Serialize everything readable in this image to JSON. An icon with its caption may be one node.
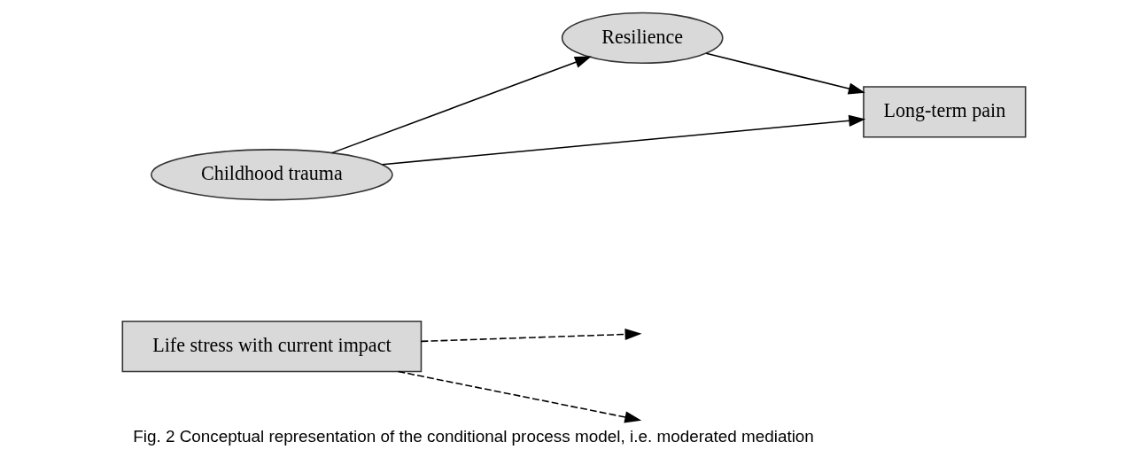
{
  "diagram": {
    "caption": "Fig. 2 Conceptual representation of the conditional process model, i.e. moderated mediation",
    "nodes": [
      {
        "text": [
          "Life stress with current impact"
        ]
      },
      {
        "text": [
          "Resilience"
        ]
      },
      {
        "text": [
          "Childhood trauma"
        ]
      },
      {
        "text": [
          "Long-term pain"
        ]
      }
    ],
    "edges": [
      {
        "from": 2,
        "to": 1,
        "arrow": "to"
      },
      {
        "from": 1,
        "to": 3,
        "arrow": "to"
      },
      {
        "from": 2,
        "to": 3,
        "arrow": "to"
      },
      {
        "from": 0,
        "to": null,
        "arrow": "to",
        "style": "dashed"
      },
      {
        "from": 0,
        "to": null,
        "arrow": "to",
        "style": "dashed"
      }
    ]
  }
}
